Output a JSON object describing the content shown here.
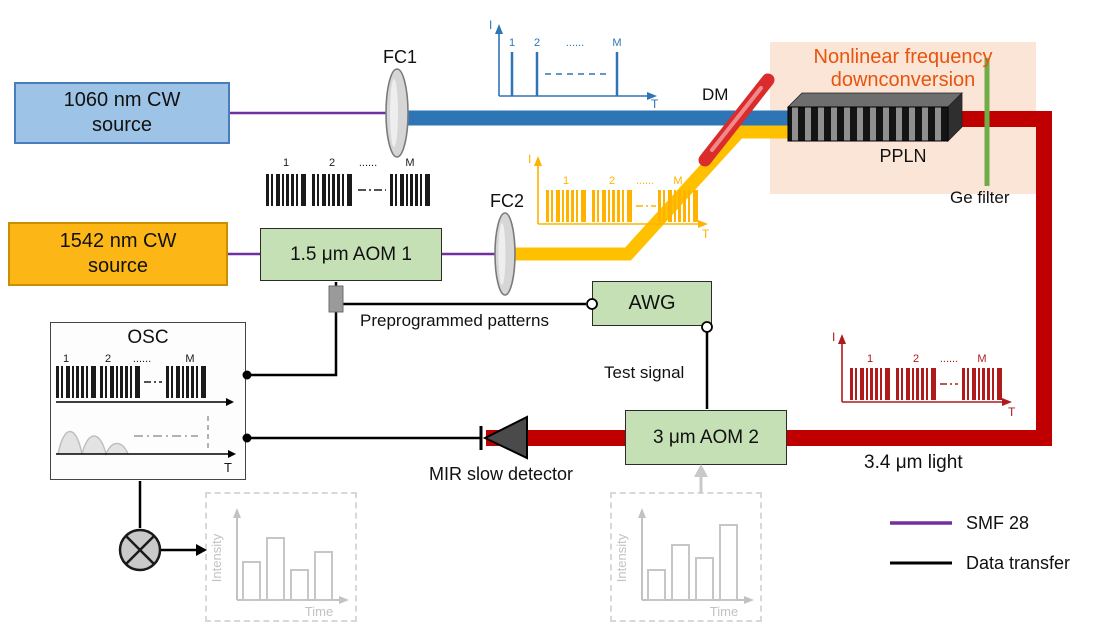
{
  "boxes": {
    "source1060": "1060 nm CW source",
    "source1542": "1542 nm CW source",
    "aom1": "1.5 μm AOM 1",
    "awg": "AWG",
    "aom2": "3 μm AOM 2",
    "osc": "OSC"
  },
  "optics": {
    "fc1": "FC1",
    "fc2": "FC2",
    "dm": "DM",
    "ppln": "PPLN",
    "ge_filter": "Ge filter"
  },
  "region": {
    "line1": "Nonlinear frequency",
    "line2": "downconversion"
  },
  "labels": {
    "preprogrammed_patterns": "Preprogrammed patterns",
    "test_signal": "Test signal",
    "mir_detector": "MIR slow detector",
    "mir_light": "3.4 μm light"
  },
  "legend": {
    "smf28": "SMF 28",
    "data_transfer": "Data transfer"
  },
  "pulse": {
    "i": "I",
    "t": "T",
    "one": "1",
    "two": "2",
    "dots": "......",
    "m": "M"
  },
  "charts": {
    "intensity": "Intensity",
    "time": "Time",
    "left_bars": [
      38,
      62,
      30,
      48
    ],
    "right_bars": [
      30,
      55,
      42,
      75
    ]
  },
  "colors": {
    "blue_beam": "#2e75b6",
    "yellow_beam": "#ffc000",
    "red_beam": "#c00000",
    "smf_fiber": "#7030a0",
    "green_box": "#c5e0b4",
    "blue_box": "#9dc3e6",
    "orange_box": "#fcb615",
    "highlight": "#fbe5d6",
    "title_orange": "#e8540d",
    "ge_green": "#70ad47"
  }
}
